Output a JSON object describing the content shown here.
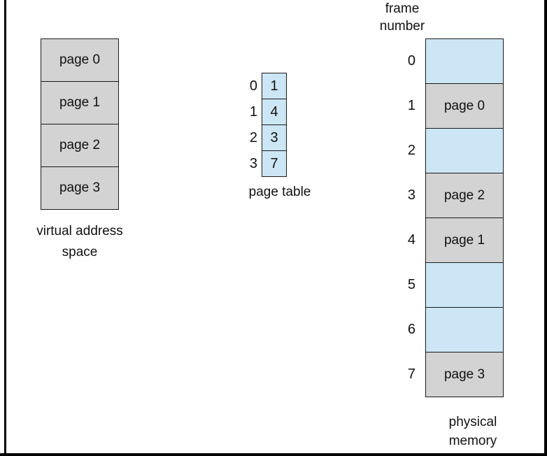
{
  "colors": {
    "page_fill": "#d3d3d3",
    "frame_fill": "#cde6f6",
    "border": "#1a1a1a"
  },
  "virtual_address_space": {
    "pages": [
      "page 0",
      "page 1",
      "page 2",
      "page 3"
    ],
    "label_line1": "virtual address",
    "label_line2": "space"
  },
  "page_table": {
    "rows": [
      {
        "index": "0",
        "value": "1"
      },
      {
        "index": "1",
        "value": "4"
      },
      {
        "index": "2",
        "value": "3"
      },
      {
        "index": "3",
        "value": "7"
      }
    ],
    "label": "page table"
  },
  "physical_memory": {
    "header_line1": "frame",
    "header_line2": "number",
    "frames": [
      {
        "number": "0",
        "content": ""
      },
      {
        "number": "1",
        "content": "page 0"
      },
      {
        "number": "2",
        "content": ""
      },
      {
        "number": "3",
        "content": "page 2"
      },
      {
        "number": "4",
        "content": "page 1"
      },
      {
        "number": "5",
        "content": ""
      },
      {
        "number": "6",
        "content": ""
      },
      {
        "number": "7",
        "content": "page 3"
      }
    ],
    "label_line1": "physical",
    "label_line2": "memory"
  }
}
